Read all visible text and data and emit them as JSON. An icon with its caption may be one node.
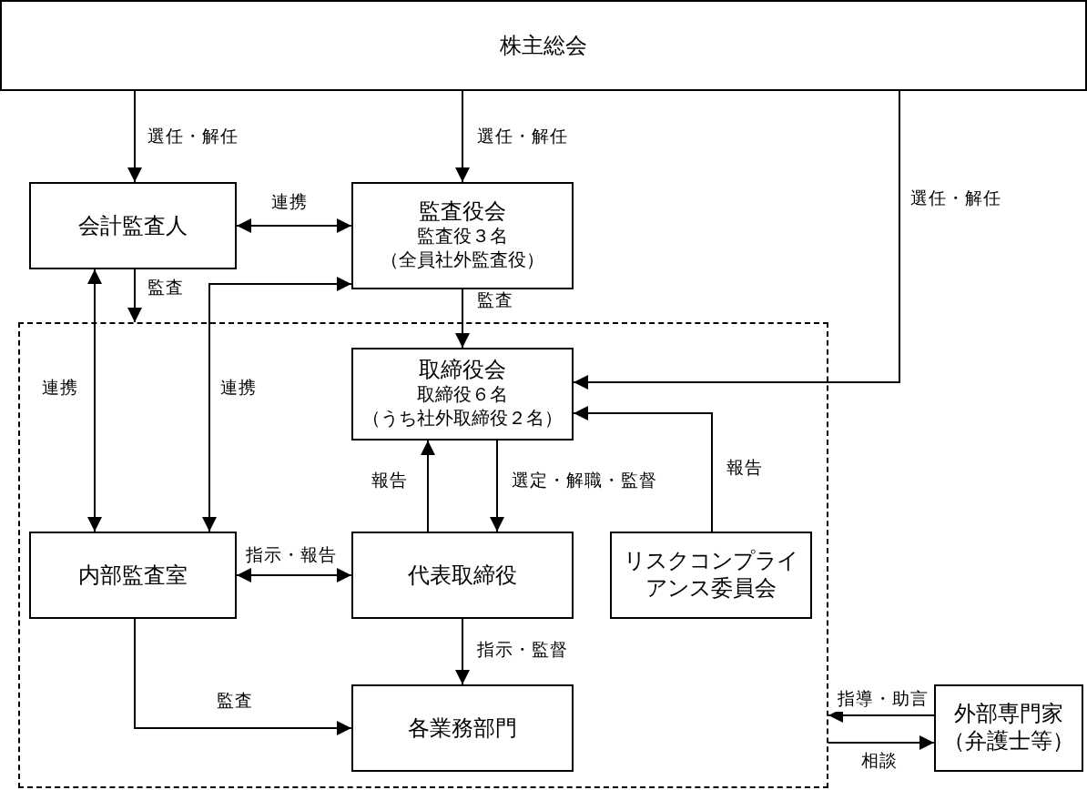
{
  "diagram": {
    "nodes": [
      {
        "text": [
          "株主総会"
        ]
      },
      {
        "text": [
          "会計監査人"
        ]
      },
      {
        "text": [
          "監査役会",
          "監査役３名",
          "（全員社外監査役）"
        ]
      },
      {
        "text": [],
        "shape": "box"
      },
      {
        "text": [
          "取締役会",
          "取締役６名",
          "（うち社外取締役２名）"
        ],
        "in": 3
      },
      {
        "text": [
          "内部監査室"
        ],
        "in": 3
      },
      {
        "text": [
          "代表取締役"
        ],
        "in": 3
      },
      {
        "text": [
          "リスクコンプライアンス委員会"
        ],
        "in": 3
      },
      {
        "text": [
          "各業務部門"
        ],
        "in": 3
      },
      {
        "text": [
          "外部専門家（弁護士等）"
        ]
      }
    ],
    "edges": [
      {
        "from": 0,
        "to": 1,
        "arrow": "to",
        "label": "選任・解任"
      },
      {
        "from": 0,
        "to": 2,
        "arrow": "to",
        "label": "選任・解任"
      },
      {
        "from": 0,
        "to": 4,
        "arrow": "to",
        "label": "選任・解任"
      },
      {
        "from": 1,
        "to": 2,
        "arrow": "both",
        "label": "連携"
      },
      {
        "from": 1,
        "to": 3,
        "arrow": "to",
        "label": "監査"
      },
      {
        "from": 5,
        "to": 1,
        "arrow": "both",
        "label": "連携"
      },
      {
        "from": 2,
        "to": 5,
        "arrow": "both",
        "label": "連携"
      },
      {
        "from": 2,
        "to": 4,
        "arrow": "to",
        "label": "監査"
      },
      {
        "from": 6,
        "to": 4,
        "arrow": "to",
        "label": "報告"
      },
      {
        "from": 4,
        "to": 6,
        "arrow": "to",
        "label": "選定・解職・監督"
      },
      {
        "from": 7,
        "to": 4,
        "arrow": "to",
        "label": "報告"
      },
      {
        "from": 5,
        "to": 6,
        "arrow": "both",
        "label": "指示・報告"
      },
      {
        "from": 6,
        "to": 8,
        "arrow": "to",
        "label": "指示・監督"
      },
      {
        "from": 5,
        "to": 8,
        "arrow": "to",
        "label": "監査"
      },
      {
        "from": 9,
        "to": 3,
        "arrow": "to",
        "label": "指導・助言"
      },
      {
        "from": 3,
        "to": 9,
        "arrow": "to",
        "label": "相談"
      }
    ]
  }
}
